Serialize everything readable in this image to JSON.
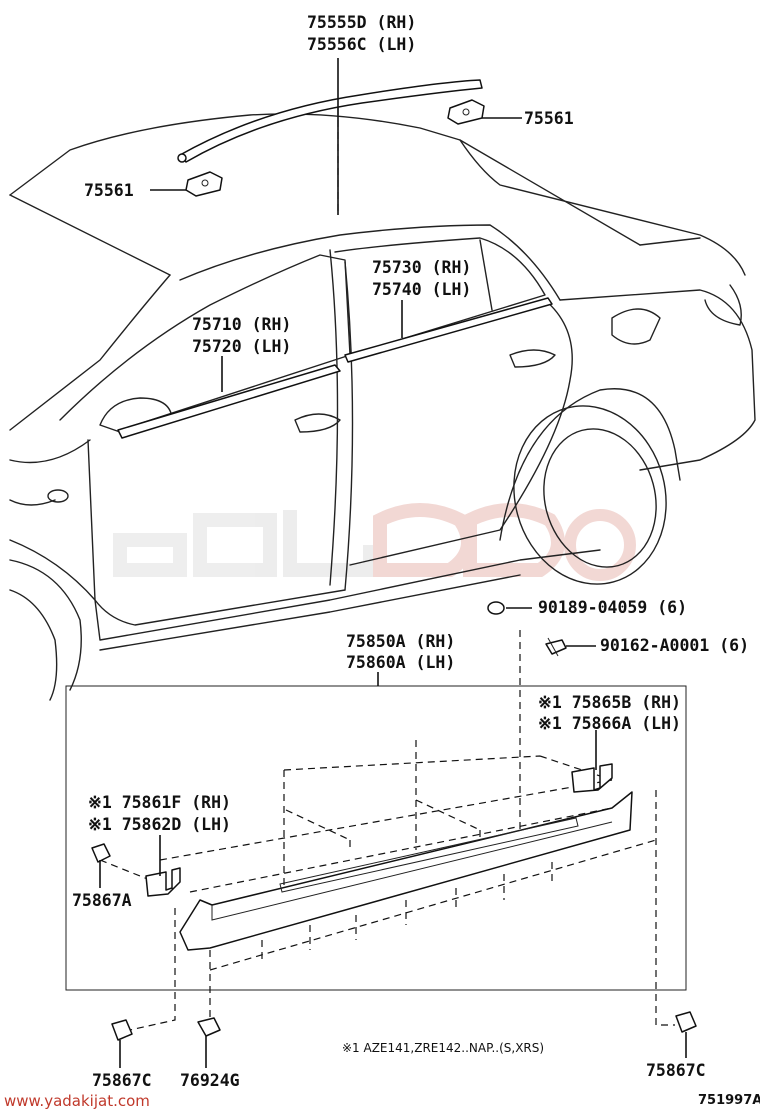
{
  "labels": {
    "roof_molding": [
      "75555D (RH)",
      "75556C (LH)"
    ],
    "clip_roof_right": "75561",
    "clip_roof_left": "75561",
    "rear_belt_molding": [
      "75730 (RH)",
      "75740 (LH)"
    ],
    "front_belt_molding": [
      "75710 (RH)",
      "75720 (LH)"
    ],
    "clip_90189": "90189-04059 (6)",
    "screw_90162": "90162-A0001 (6)",
    "rocker_molding": [
      "75850A (RH)",
      "75860A (LH)"
    ],
    "bracket_rear": [
      "※1 75865B (RH)",
      "※1 75866A (LH)"
    ],
    "bracket_front": [
      "※1 75861F (RH)",
      "※1 75862D (LH)"
    ],
    "clip_75867a": "75867A",
    "clip_75867c_front": "75867C",
    "nut_76924g": "76924G",
    "clip_75867c_rear": "75867C",
    "footnote": "※1 AZE141,ZRE142..NAP..(S,XRS)",
    "figure_code": "751997A",
    "watermark_url": "www.yadakijat.com"
  },
  "colors": {
    "ink": "#111111",
    "watermark": "#c0392b",
    "watermark_faint": "#ececec"
  }
}
